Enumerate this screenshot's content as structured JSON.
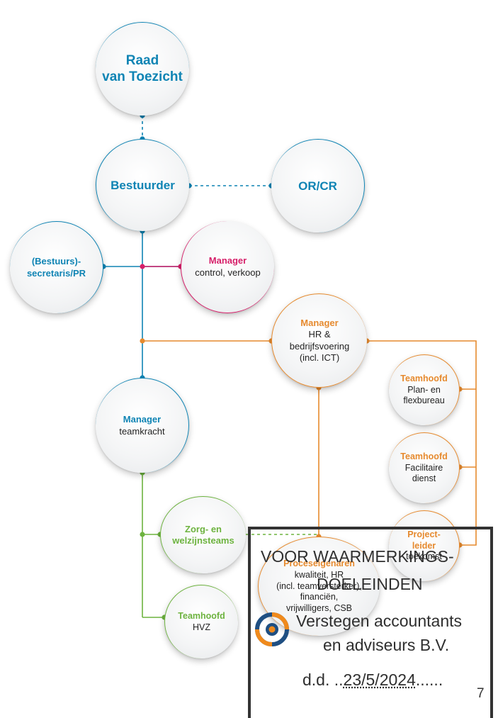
{
  "colors": {
    "blue": "#0f84b4",
    "pink": "#d61f69",
    "orange": "#e68a2e",
    "green": "#6db33f"
  },
  "nodes": {
    "raad": {
      "title": "Raad\nvan Toezicht",
      "sub": ""
    },
    "bestuurder": {
      "title": "Bestuurder",
      "sub": ""
    },
    "orcr": {
      "title": "OR/CR",
      "sub": ""
    },
    "secretaris": {
      "title": "(Bestuurs)-\nsecretaris/PR",
      "sub": ""
    },
    "manager_control": {
      "title": "Manager",
      "sub": "control, verkoop"
    },
    "manager_hr": {
      "title": "Manager",
      "sub": "HR &\nbedrijfsvoering\n(incl. ICT)"
    },
    "manager_teamkracht": {
      "title": "Manager",
      "sub": "teamkracht"
    },
    "teamhoofd_plan": {
      "title": "Teamhoofd",
      "sub": "Plan- en\nflexbureau"
    },
    "teamhoofd_facilitair": {
      "title": "Teamhoofd",
      "sub": "Facilitaire\ndienst"
    },
    "projectleider": {
      "title": "Project-\nleider",
      "sub": "toekomst"
    },
    "zorg": {
      "title": "Zorg- en\nwelzijnsteams",
      "sub": ""
    },
    "proces": {
      "title": "Proceseigenaren",
      "sub": "kwaliteit, HR\n(incl. teamversterker),\nfinanciën,\nvrijwilligers, CSB"
    },
    "teamhoofd_hvz": {
      "title": "Teamhoofd",
      "sub": "HVZ"
    }
  },
  "stamp": {
    "line1": "VOOR WAARMERKINGS-",
    "line2": "DOELEINDEN",
    "line3": "Verstegen accountants",
    "line4": "en adviseurs B.V.",
    "date_prefix": "d.d. ..",
    "date": "23/5/2024",
    "date_suffix": "......"
  },
  "page_number": "7"
}
